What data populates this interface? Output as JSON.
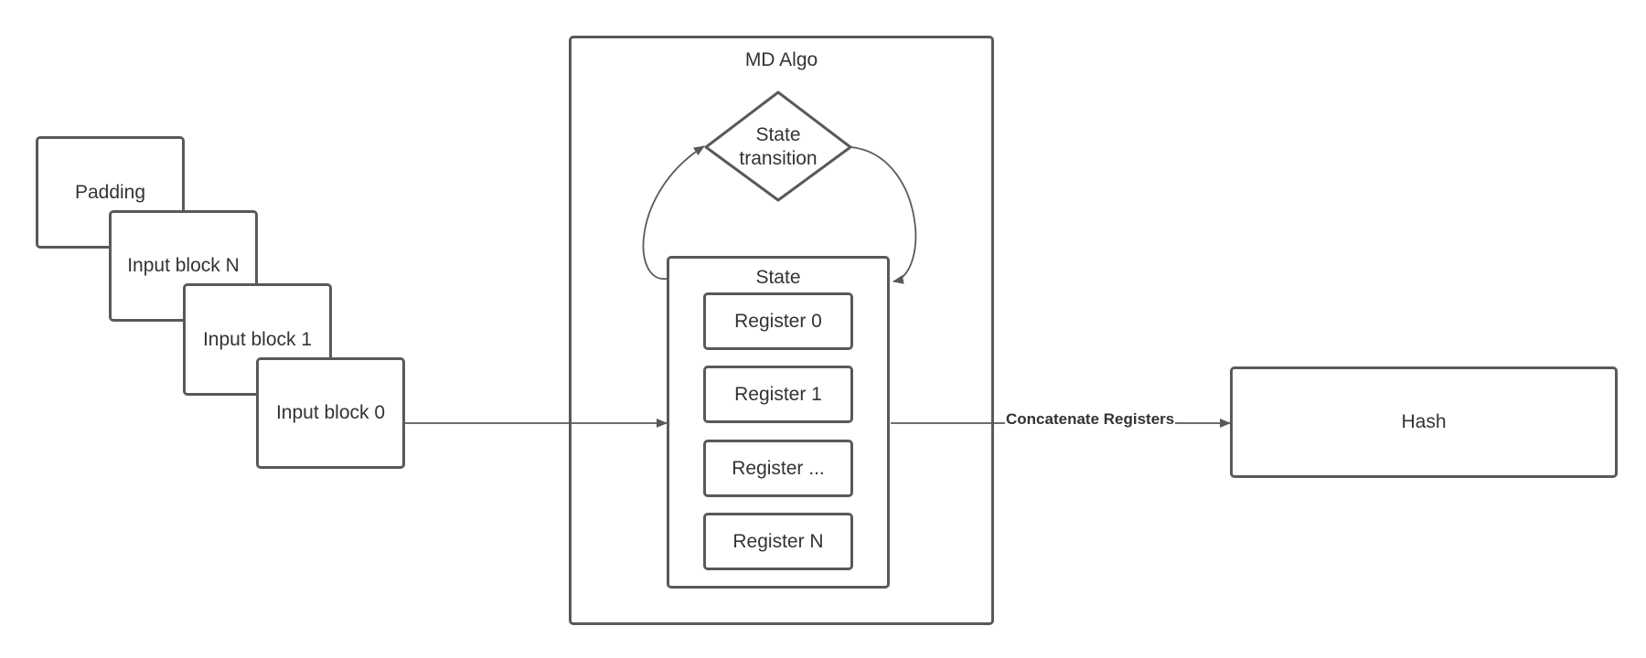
{
  "input_stack": {
    "padding_label": "Padding",
    "block_n_label": "Input block N",
    "block_1_label": "Input block 1",
    "block_0_label": "Input block 0"
  },
  "md_algo": {
    "title": "MD Algo",
    "state_transition_label": "State transition",
    "state": {
      "title": "State",
      "registers": [
        "Register 0",
        "Register 1",
        "Register ...",
        "Register N"
      ]
    }
  },
  "edges": {
    "concat_label": "Concatenate Registers"
  },
  "output": {
    "hash_label": "Hash"
  },
  "colors": {
    "stroke": "#595959",
    "text": "#333333"
  }
}
